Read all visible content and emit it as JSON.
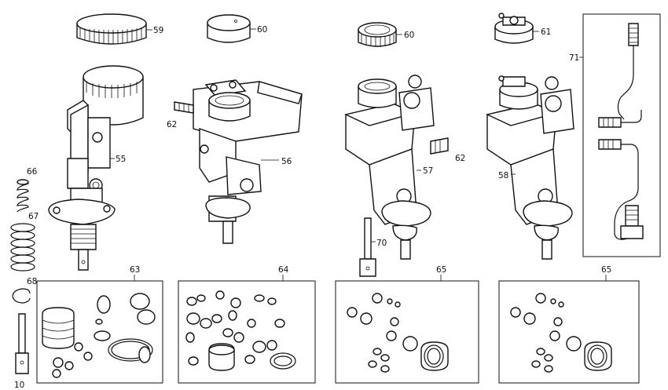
{
  "callouts": {
    "c59": "59",
    "c60a": "60",
    "c60b": "60",
    "c61": "61",
    "c71": "71",
    "c62a": "62",
    "c62b": "62",
    "c55": "55",
    "c56": "56",
    "c57": "57",
    "c58": "58",
    "c66": "66",
    "c67": "67",
    "c68": "68",
    "c70": "70",
    "c63": "63",
    "c64": "64",
    "c65a": "65",
    "c65b": "65",
    "c10": "10"
  }
}
